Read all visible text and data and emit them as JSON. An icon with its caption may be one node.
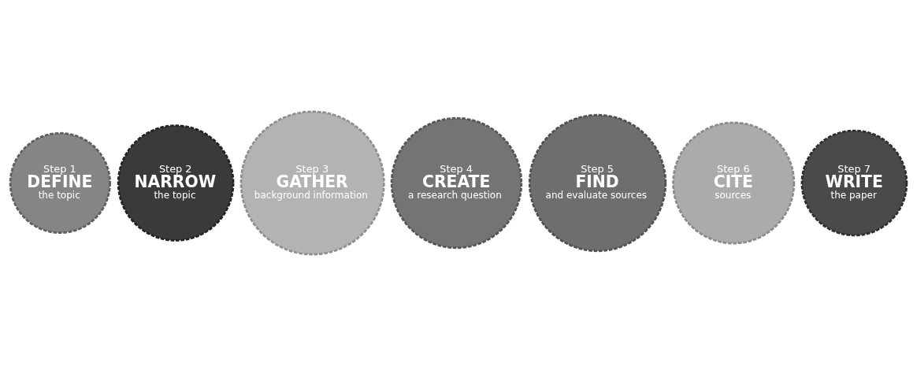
{
  "diagram": {
    "nodes": [
      {
        "text": [
          "Step 1",
          "DEFINE",
          "the topic"
        ]
      },
      {
        "text": [
          "Step 2",
          "NARROW",
          "the topic"
        ]
      },
      {
        "text": [
          "Step 3",
          "GATHER",
          "background information"
        ]
      },
      {
        "text": [
          "Step 4",
          "CREATE",
          "a research question"
        ]
      },
      {
        "text": [
          "Step 5",
          "FIND",
          "and evaluate sources"
        ]
      },
      {
        "text": [
          "Step 6",
          "CITE",
          "sources"
        ]
      },
      {
        "text": [
          "Step 7",
          "WRITE",
          "the paper"
        ]
      }
    ]
  }
}
